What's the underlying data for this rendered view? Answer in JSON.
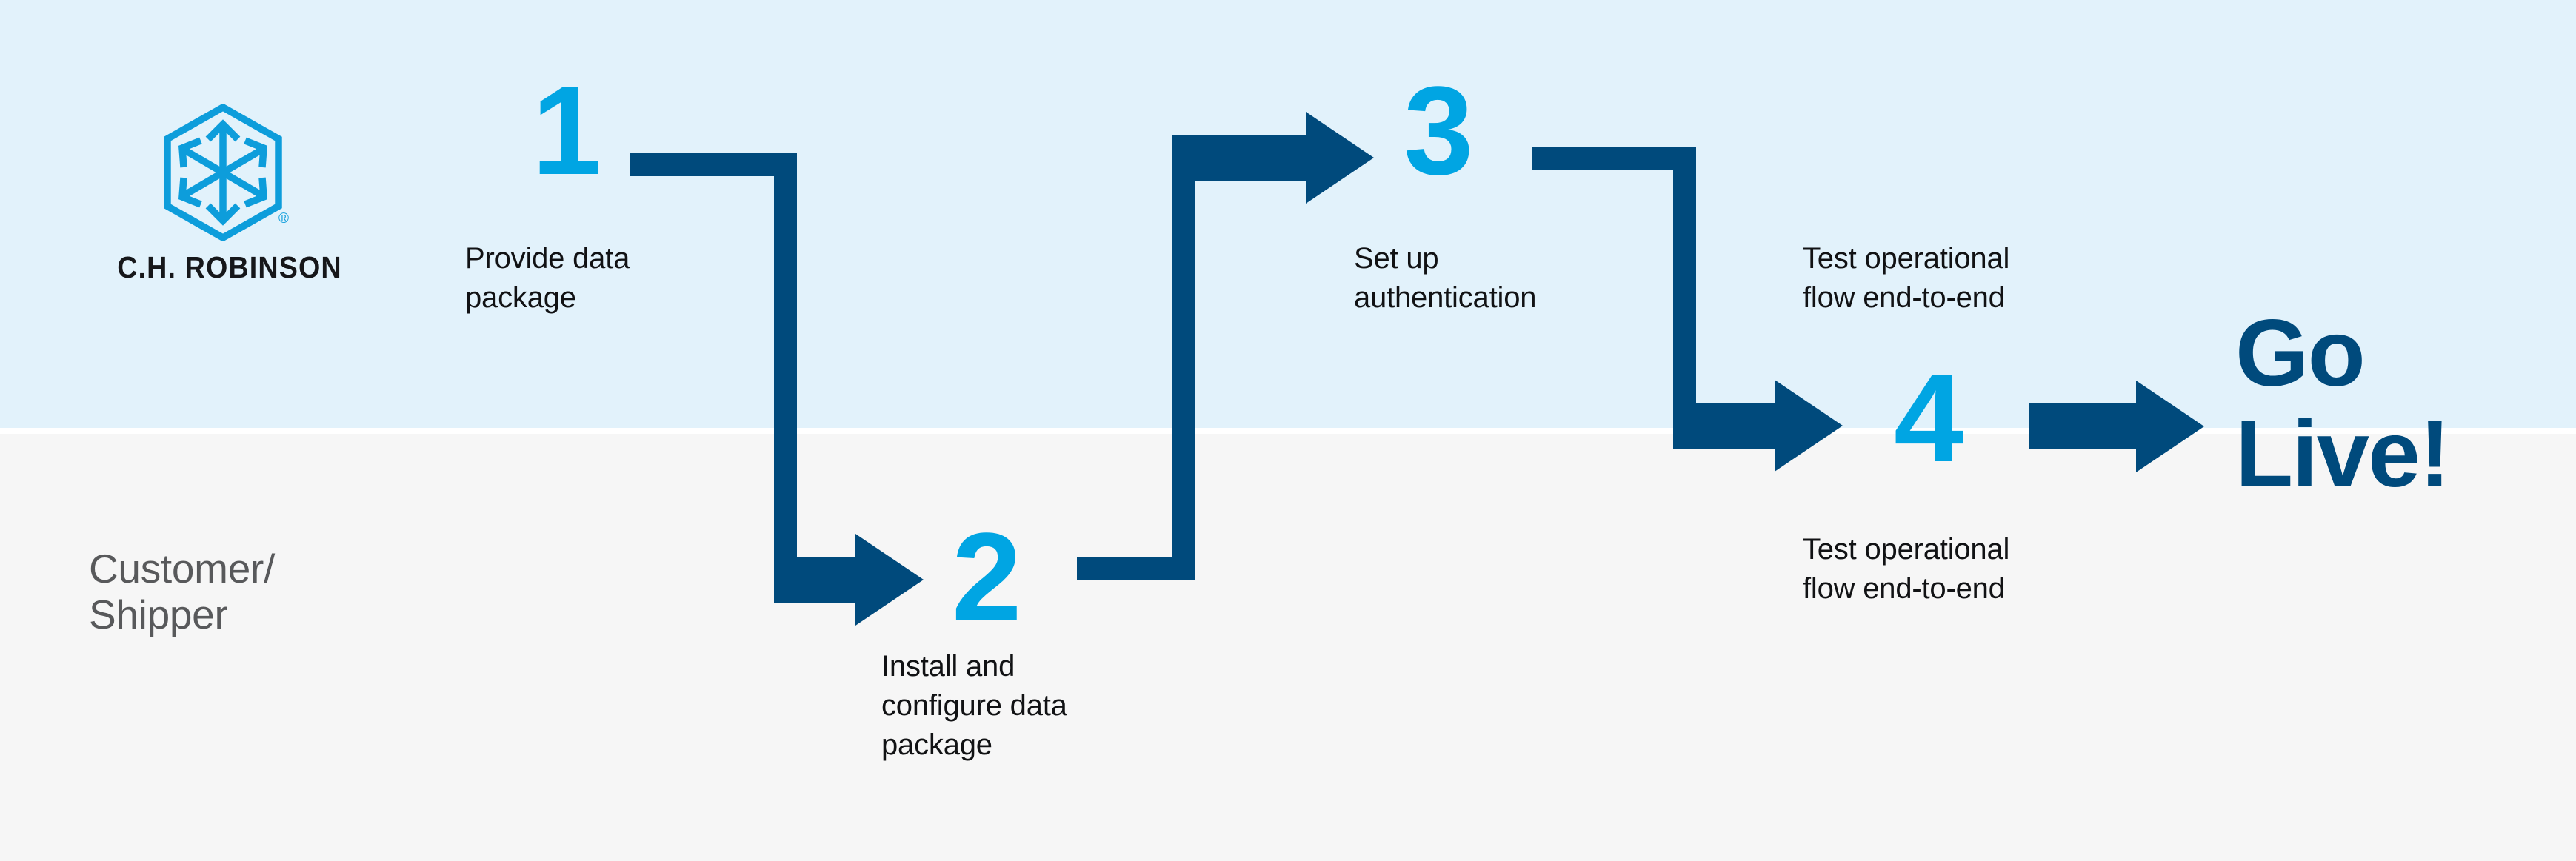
{
  "brand": {
    "name": "C.H. ROBINSON",
    "logo_icon": "hexagon-cube-arrows-icon",
    "registered_mark": "®",
    "logo_color": "#0d9ddb",
    "wordmark_color": "#16171a"
  },
  "colors": {
    "band_top": "#e2f2fb",
    "band_bottom": "#f6f6f6",
    "step_number": "#00a5e3",
    "connector": "#004a7c",
    "caption_text": "#111214",
    "lane_label": "#58595b",
    "go_live": "#004a7c"
  },
  "lanes": [
    {
      "label": "Customer/\nShipper"
    }
  ],
  "lane_label_line1": "Customer/",
  "lane_label_line2": "Shipper",
  "steps": [
    {
      "number": "1",
      "caption_line1": "Provide data",
      "caption_line2": "package",
      "caption_line3": ""
    },
    {
      "number": "2",
      "caption_line1": "Install and",
      "caption_line2": "configure data",
      "caption_line3": "package"
    },
    {
      "number": "3",
      "caption_line1": "Set up",
      "caption_line2": "authentication",
      "caption_line3": ""
    },
    {
      "number": "4",
      "caption_line1": "Test operational",
      "caption_line2": "flow end-to-end",
      "caption_line3": ""
    }
  ],
  "extra_captions": [
    {
      "line1": "Test operational",
      "line2": "flow end-to-end"
    }
  ],
  "final": {
    "line1": "Go",
    "line2": "Live!"
  },
  "connectors": [
    {
      "from": "1",
      "to": "2",
      "shape": "right-down-right-arrow"
    },
    {
      "from": "2",
      "to": "3",
      "shape": "right-up-right-arrow"
    },
    {
      "from": "3",
      "to": "4",
      "shape": "right-down-right-arrow"
    },
    {
      "from": "4",
      "to": "go-live",
      "shape": "right-arrow"
    }
  ]
}
